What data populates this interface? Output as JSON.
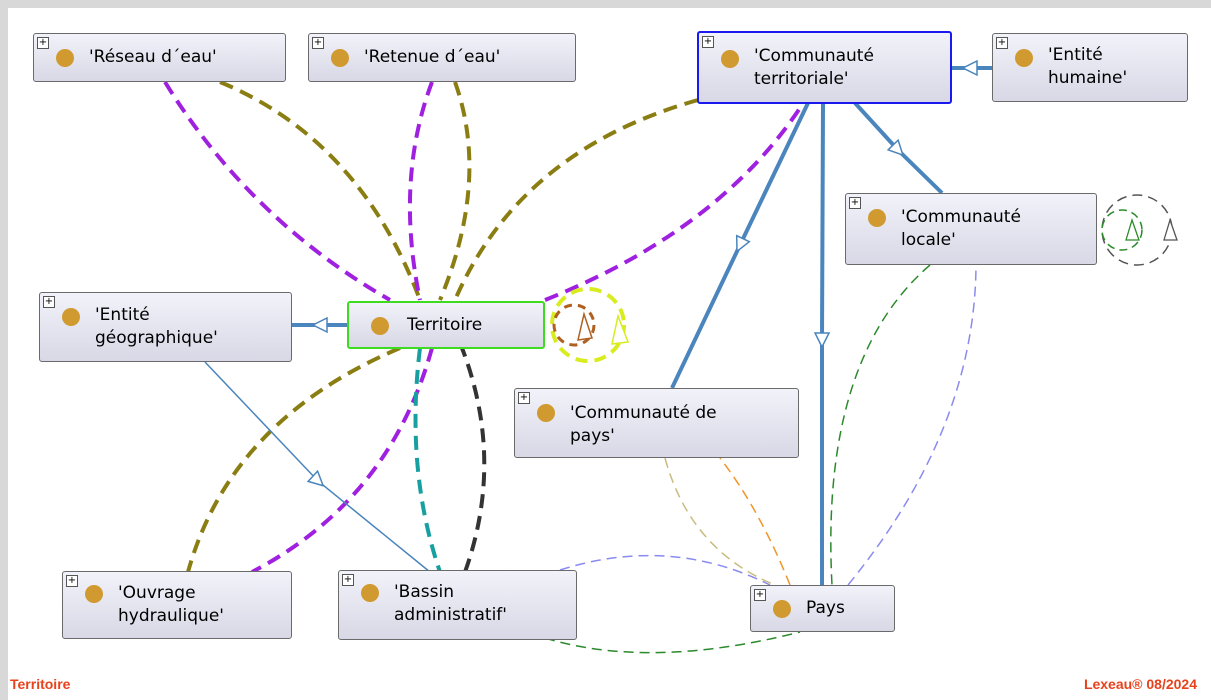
{
  "nodes": {
    "reseau": "'Réseau d´eau'",
    "retenue": "'Retenue d´eau'",
    "communaute_territoriale": "'Communauté\nterritoriale'",
    "entite_humaine": "'Entité\nhumaine'",
    "communaute_locale": "'Communauté\nlocale'",
    "entite_geographique": "'Entité\ngéographique'",
    "territoire": "Territoire",
    "communaute_de_pays": "'Communauté de\npays'",
    "ouvrage": "'Ouvrage\nhydraulique'",
    "bassin": "'Bassin\nadministratif'",
    "pays": "Pays"
  },
  "expand_glyph": "+",
  "footer": {
    "left": "Territoire",
    "right": "Lexeau® 08/2024"
  },
  "colors": {
    "olive": "#8a7d12",
    "purple": "#a020e0",
    "steel": "#4a85bd",
    "teal": "#18a0a0",
    "dark": "#333333",
    "green": "#2b8a2b",
    "lavender": "#8a8af0",
    "tan": "#c8bc80",
    "orange": "#f0962a",
    "yellow": "#d8ec20",
    "brown": "#b06020",
    "footer": "#e8421c"
  }
}
